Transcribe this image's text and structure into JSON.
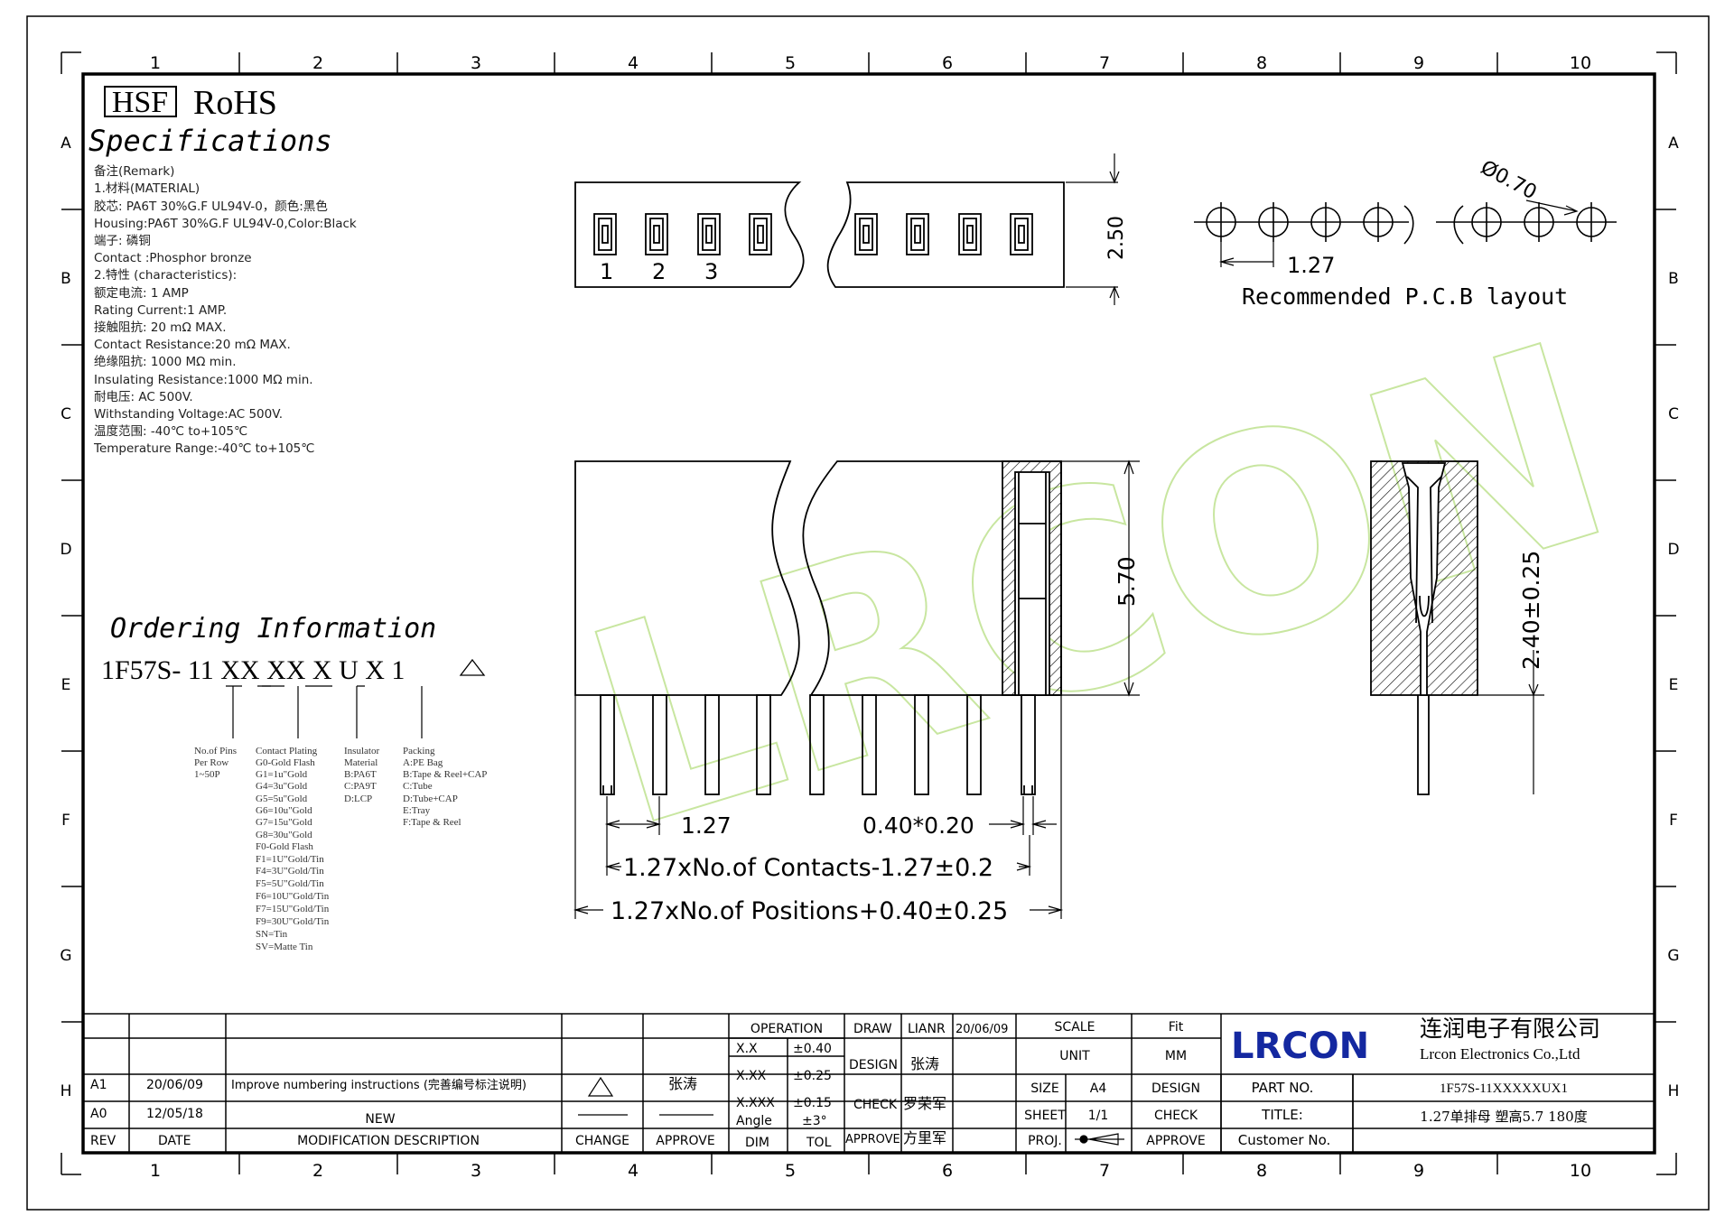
{
  "header": {
    "hsf": "HSF",
    "rohs": "RoHS",
    "specs_title": "Specifications"
  },
  "specs": [
    "备注(Remark)",
    "1.材料(MATERIAL)",
    "胶芯: PA6T 30%G.F UL94V-0，颜色:黑色",
    "Housing:PA6T 30%G.F UL94V-0,Color:Black",
    "端子: 磷铜",
    "Contact :Phosphor bronze",
    "2.特性 (characteristics):",
    "额定电流: 1 AMP",
    "Rating Current:1 AMP.",
    "接触阻抗: 20 mΩ MAX.",
    "Contact Resistance:20 mΩ MAX.",
    "绝缘阻抗: 1000 MΩ min.",
    "Insulating Resistance:1000 MΩ  min.",
    "耐电压: AC 500V.",
    "Withstanding Voltage:AC 500V.",
    "温度范围: -40℃ to+105℃",
    "Temperature Range:-40℃ to+105℃"
  ],
  "ordering": {
    "title": "Ordering Information",
    "part_code": "1F57S- 11 XX XX X U X 1",
    "notes": {
      "pins": [
        "No.of Pins",
        "Per Row",
        "1~50P"
      ],
      "plating": [
        "Contact Plating",
        "G0-Gold Flash",
        "G1=1u\"Gold",
        "G4=3u\"Gold",
        "G5=5u\"Gold",
        "G6=10u\"Gold",
        "G7=15u\"Gold",
        "G8=30u\"Gold",
        "F0-Gold Flash",
        "F1=1U\"Gold/Tin",
        "F4=3U\"Gold/Tin",
        "F5=5U\"Gold/Tin",
        "F6=10U\"Gold/Tin",
        "F7=15U\"Gold/Tin",
        "F9=30U\"Gold/Tin",
        "SN=Tin",
        "SV=Matte Tin"
      ],
      "insulator": [
        "Insulator",
        "Material",
        "B:PA6T",
        "C:PA9T",
        "D:LCP"
      ],
      "packing": [
        "Packing",
        "A:PE Bag",
        "B:Tape & Reel+CAP",
        "C:Tube",
        "D:Tube+CAP",
        "E:Tray",
        "F:Tape & Reel"
      ]
    }
  },
  "drawing": {
    "pin_numbers": [
      "1",
      "2",
      "3"
    ],
    "dim_height_top": "2.50",
    "pcb_pitch": "1.27",
    "pcb_hole": "Ø0.70",
    "pcb_caption": "Recommended P.C.B layout",
    "dim_height_front": "5.70",
    "dim_side": "2.40±0.25",
    "dim_pitch": "1.27",
    "dim_pin_section": "0.40*0.20",
    "dim_contacts": "1.27xNo.of  Contacts-1.27±0.2",
    "dim_positions": "1.27xNo.of  Positions+0.40±0.25",
    "watermark": "LRCON"
  },
  "frame": {
    "columns": [
      "1",
      "2",
      "3",
      "4",
      "5",
      "6",
      "7",
      "8",
      "9",
      "10"
    ],
    "rows": [
      "A",
      "B",
      "C",
      "D",
      "E",
      "F",
      "G",
      "H"
    ]
  },
  "title_block": {
    "rev_rows": [
      {
        "rev": "A1",
        "date": "20/06/09",
        "desc": "Improve numbering instructions (完善编号标注说明)",
        "approve": "张涛"
      },
      {
        "rev": "A0",
        "date": "12/05/18",
        "desc": "NEW",
        "approve": ""
      }
    ],
    "rev_headers": {
      "rev": "REV",
      "date": "DATE",
      "desc": "MODIFICATION DESCRIPTION",
      "change": "CHANGE",
      "approve": "APPROVE"
    },
    "tolerance": {
      "operation": "OPERATION",
      "rows": [
        [
          "X.X",
          "±0.40"
        ],
        [
          "X.XX",
          "±0.25"
        ],
        [
          "X.XXX",
          "±0.15"
        ],
        [
          "Angle",
          "±3°"
        ]
      ],
      "dim": "DIM",
      "tol": "TOL"
    },
    "roles": [
      {
        "role": "DRAW",
        "name": "LIANR",
        "date": "20/06/09"
      },
      {
        "role": "DESIGN",
        "name": "张涛",
        "date": ""
      },
      {
        "role": "CHECK",
        "name": "罗荣军",
        "date": ""
      },
      {
        "role": "APPROVE",
        "name": "方里军",
        "date": ""
      }
    ],
    "scale_label": "SCALE",
    "scale_value": "Fit",
    "unit_label": "UNIT",
    "unit_value": "MM",
    "size_label": "SIZE",
    "size_value": "A4",
    "sheet_label": "SHEET",
    "sheet_value": "1/1",
    "proj_label": "PROJ.",
    "design_label": "DESIGN",
    "check_label": "CHECK",
    "approve_label": "APPROVE",
    "company_logo": "LRCON",
    "company_cn": "连润电子有限公司",
    "company_en": "Lrcon Electronics Co.,Ltd",
    "part_no_label": "PART NO.",
    "part_no": "1F57S-11XXXXXUX1",
    "title_label": "TITLE:",
    "title_value": "1.27单排母 塑高5.7  180度",
    "customer_label": "Customer No.",
    "customer_value": ""
  },
  "colors": {
    "line": "#000000",
    "watermark": "#c8e6a0",
    "logo": "#1428a0"
  }
}
